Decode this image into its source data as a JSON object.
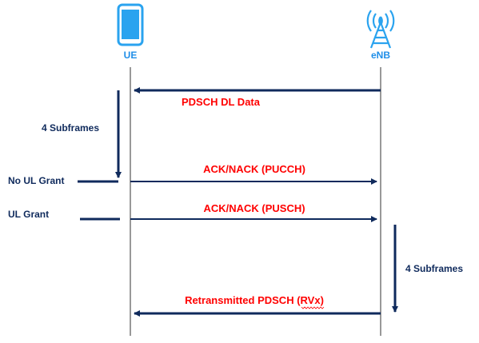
{
  "entities": {
    "ue": {
      "label": "UE",
      "icon": "smartphone-icon"
    },
    "enb": {
      "label": "eNB",
      "icon": "cell-tower-icon"
    }
  },
  "messages": {
    "pdsch_dl_data": "PDSCH DL Data",
    "ack_nack_pucch": "ACK/NACK (PUCCH)",
    "ack_nack_pusch": "ACK/NACK (PUSCH)",
    "retransmitted_pdsch": "Retransmitted PDSCH (RVx)"
  },
  "annotations": {
    "subframes_left": "4 Subframes",
    "subframes_right": "4 Subframes",
    "no_ul_grant": "No UL Grant",
    "ul_grant": "UL Grant"
  },
  "colors": {
    "arrow": "#0f2a5c",
    "message_text": "#ff0000",
    "entity_label": "#1f8ee8",
    "lifeline": "#333333"
  }
}
